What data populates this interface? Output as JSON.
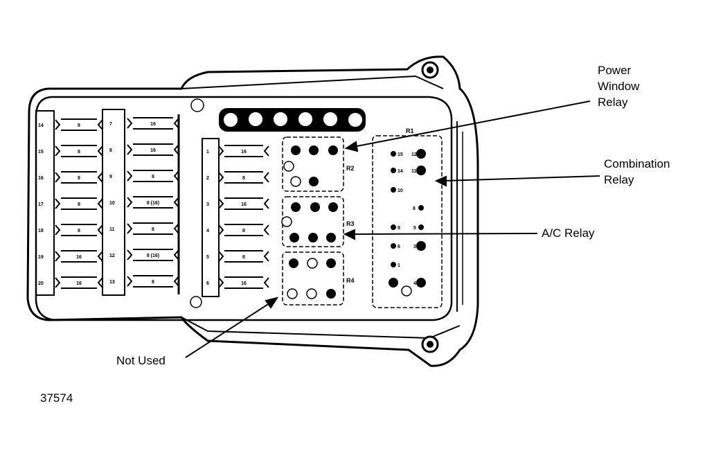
{
  "labels": {
    "power_window_relay": [
      "Power",
      "Window",
      "Relay"
    ],
    "combination_relay": [
      "Combination",
      "Relay"
    ],
    "ac_relay": "A/C Relay",
    "not_used": "Not Used",
    "figure_number": "37574"
  },
  "fuse_column_a": {
    "numbers": [
      "14",
      "15",
      "16",
      "17",
      "18",
      "19",
      "20"
    ],
    "ratings": [
      "8",
      "8",
      "8",
      "8",
      "8",
      "16",
      "16"
    ]
  },
  "fuse_column_b": {
    "numbers": [
      "7",
      "8",
      "9",
      "10",
      "11",
      "12",
      "13"
    ],
    "ratings": [
      "16",
      "16",
      "8",
      "8 (16)",
      "8",
      "8 (16)",
      "8"
    ]
  },
  "fuse_column_c": {
    "numbers": [
      "1",
      "2",
      "3",
      "4",
      "5",
      "6"
    ],
    "ratings": [
      "16",
      "8",
      "16",
      "8",
      "8",
      "16"
    ]
  },
  "relay_labels": [
    "R2",
    "R3",
    "R4"
  ],
  "combination_block_label": "R1",
  "combination_pins": [
    "15",
    "12",
    "14",
    "11",
    "10",
    "8",
    "9",
    "5",
    "6",
    "3",
    "1",
    "4"
  ]
}
